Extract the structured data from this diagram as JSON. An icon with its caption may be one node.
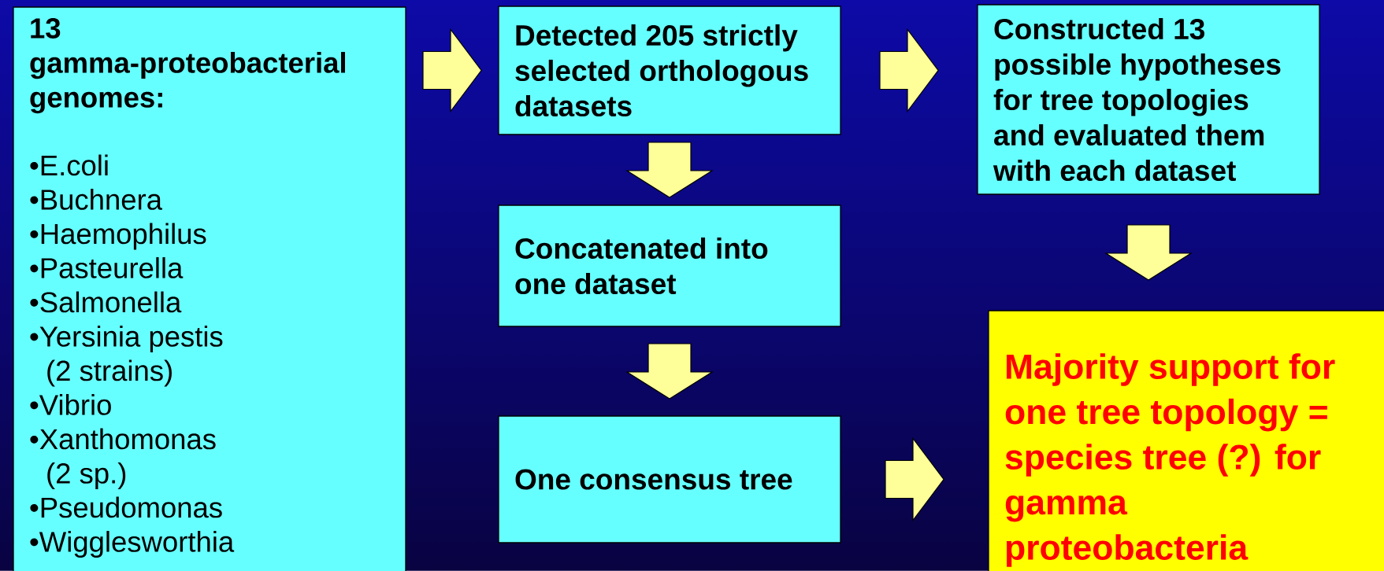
{
  "diagram": {
    "nodes": [
      {
        "text": [
          "13 gamma-proteobacterial genomes:",
          "•E.coli",
          "•Buchnera",
          "•Haemophilus",
          "•Pasteurella",
          "•Salmonella",
          "•Yersinia pestis (2 strains)",
          "•Vibrio",
          "•Xanthomonas (2 sp.)",
          "•Pseudomonas",
          "•Wigglesworthia"
        ]
      },
      {
        "text": [
          "Detected 205 strictly selected orthologous datasets"
        ]
      },
      {
        "text": [
          "Concatenated into one dataset"
        ]
      },
      {
        "text": [
          "One consensus tree"
        ]
      },
      {
        "text": [
          "Constructed 13 possible hypotheses for tree topologies and evaluated them with each dataset"
        ]
      },
      {
        "text": [
          "Majority support for one tree topology = species tree (?) for gamma proteobacteria"
        ]
      }
    ],
    "edges": [
      {
        "from": 0,
        "to": 1,
        "arrow": "to"
      },
      {
        "from": 1,
        "to": 2,
        "arrow": "to"
      },
      {
        "from": 1,
        "to": 4,
        "arrow": "to"
      },
      {
        "from": 2,
        "to": 3,
        "arrow": "to"
      },
      {
        "from": 4,
        "to": 5,
        "arrow": "to"
      },
      {
        "from": 3,
        "to": 5,
        "arrow": "to"
      }
    ]
  }
}
